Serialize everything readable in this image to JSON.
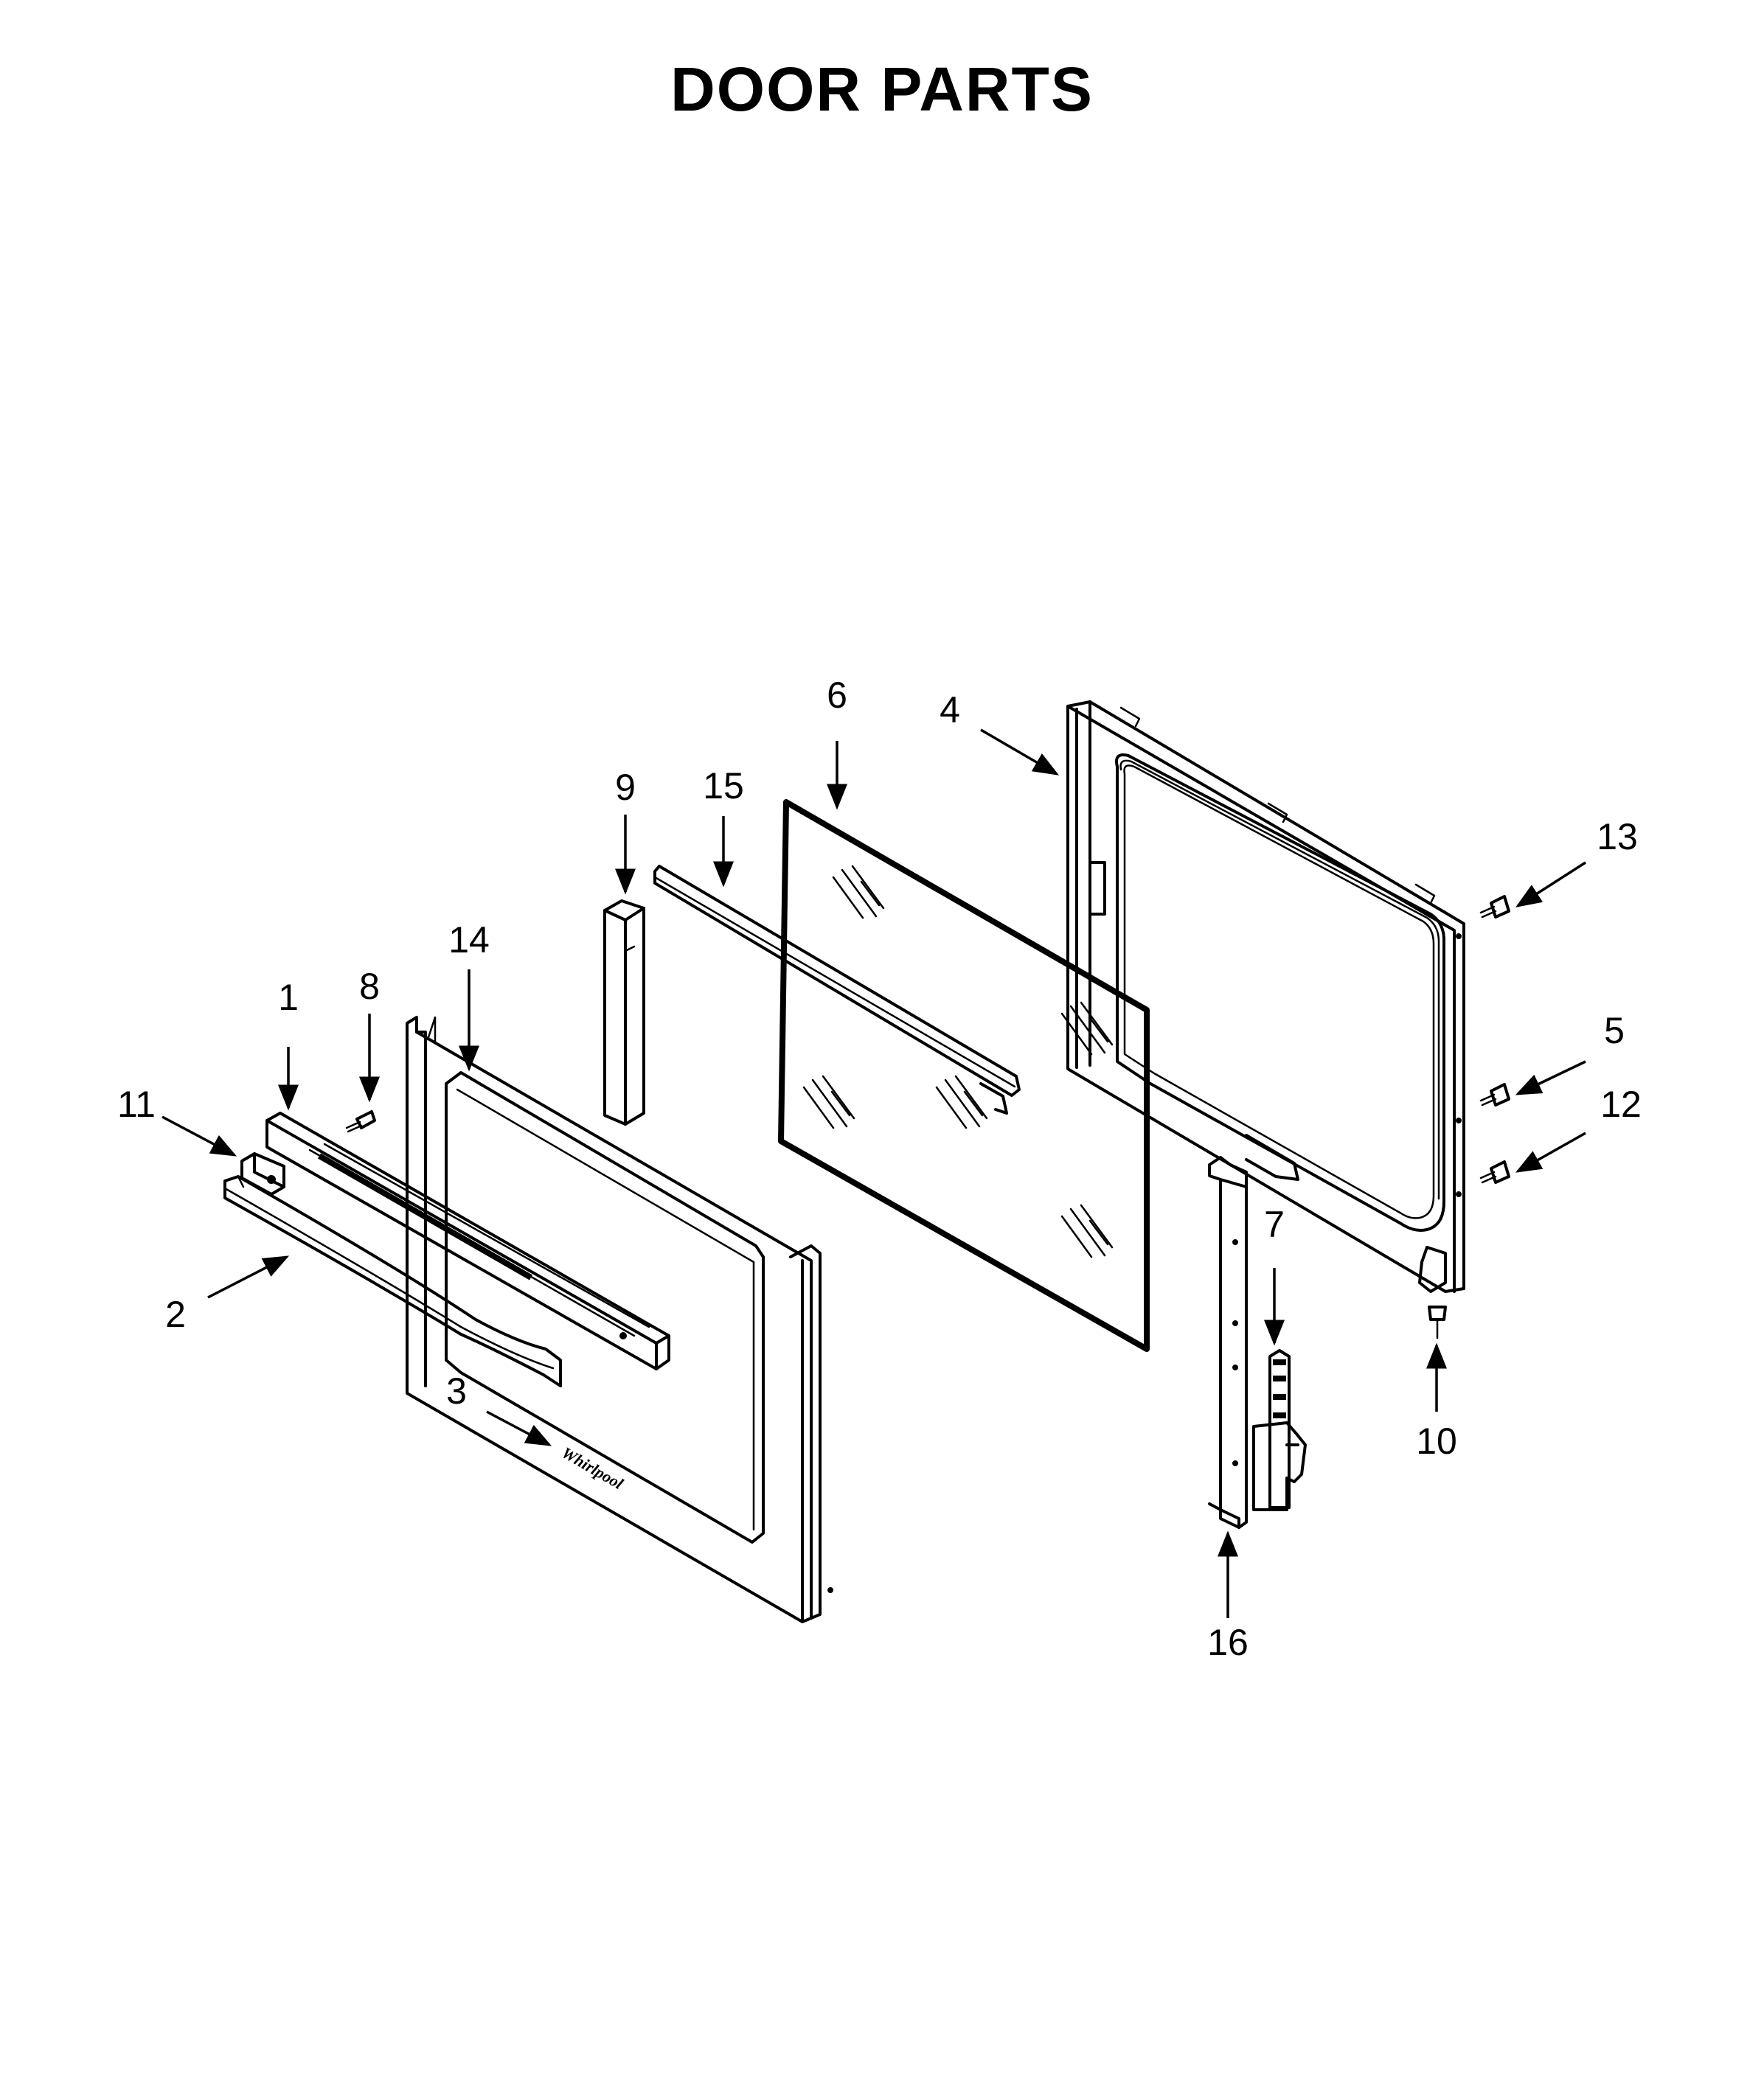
{
  "title": "DOOR PARTS",
  "callouts": [
    "1",
    "2",
    "3",
    "4",
    "5",
    "6",
    "7",
    "8",
    "9",
    "10",
    "11",
    "12",
    "13",
    "14",
    "15",
    "16"
  ],
  "logo": "Whirlpool"
}
